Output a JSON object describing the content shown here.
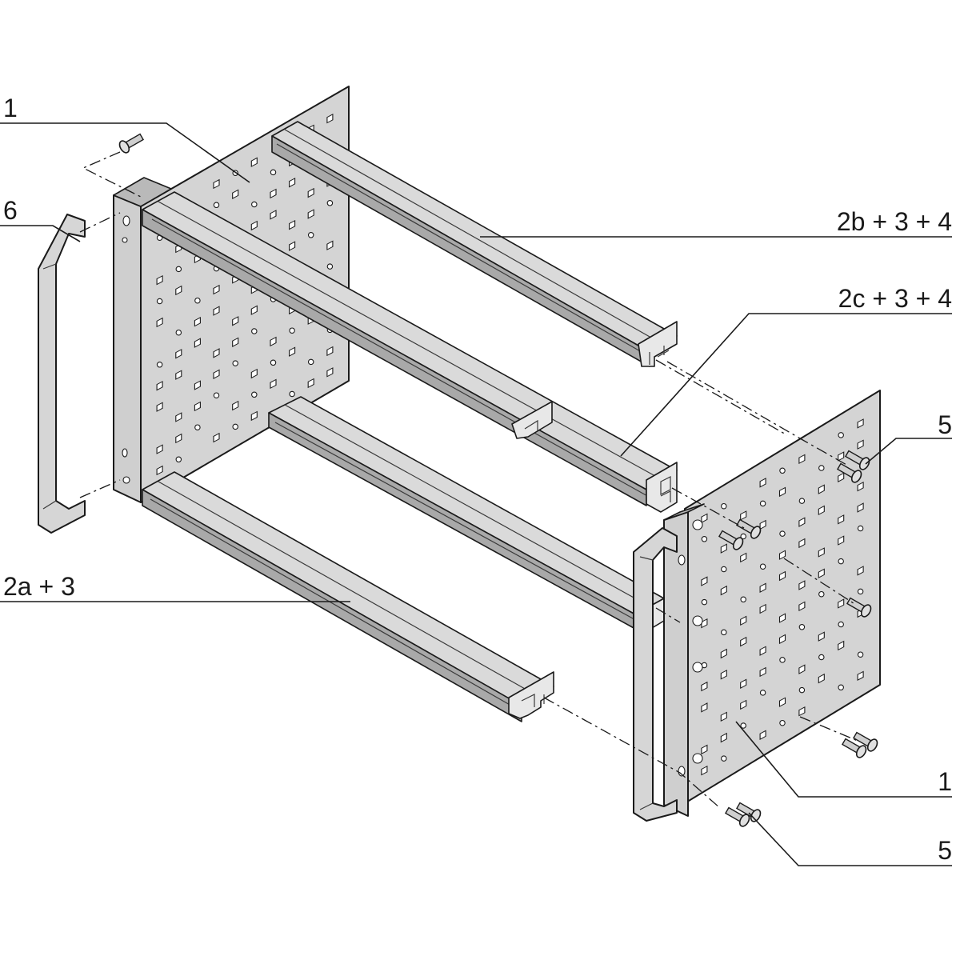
{
  "callouts": {
    "label_1_top": "1",
    "label_6": "6",
    "label_2b": "2b + 3 + 4",
    "label_2c": "2c + 3 + 4",
    "label_5_top": "5",
    "label_2a": "2a + 3",
    "label_1_bottom": "1",
    "label_5_bottom": "5"
  }
}
